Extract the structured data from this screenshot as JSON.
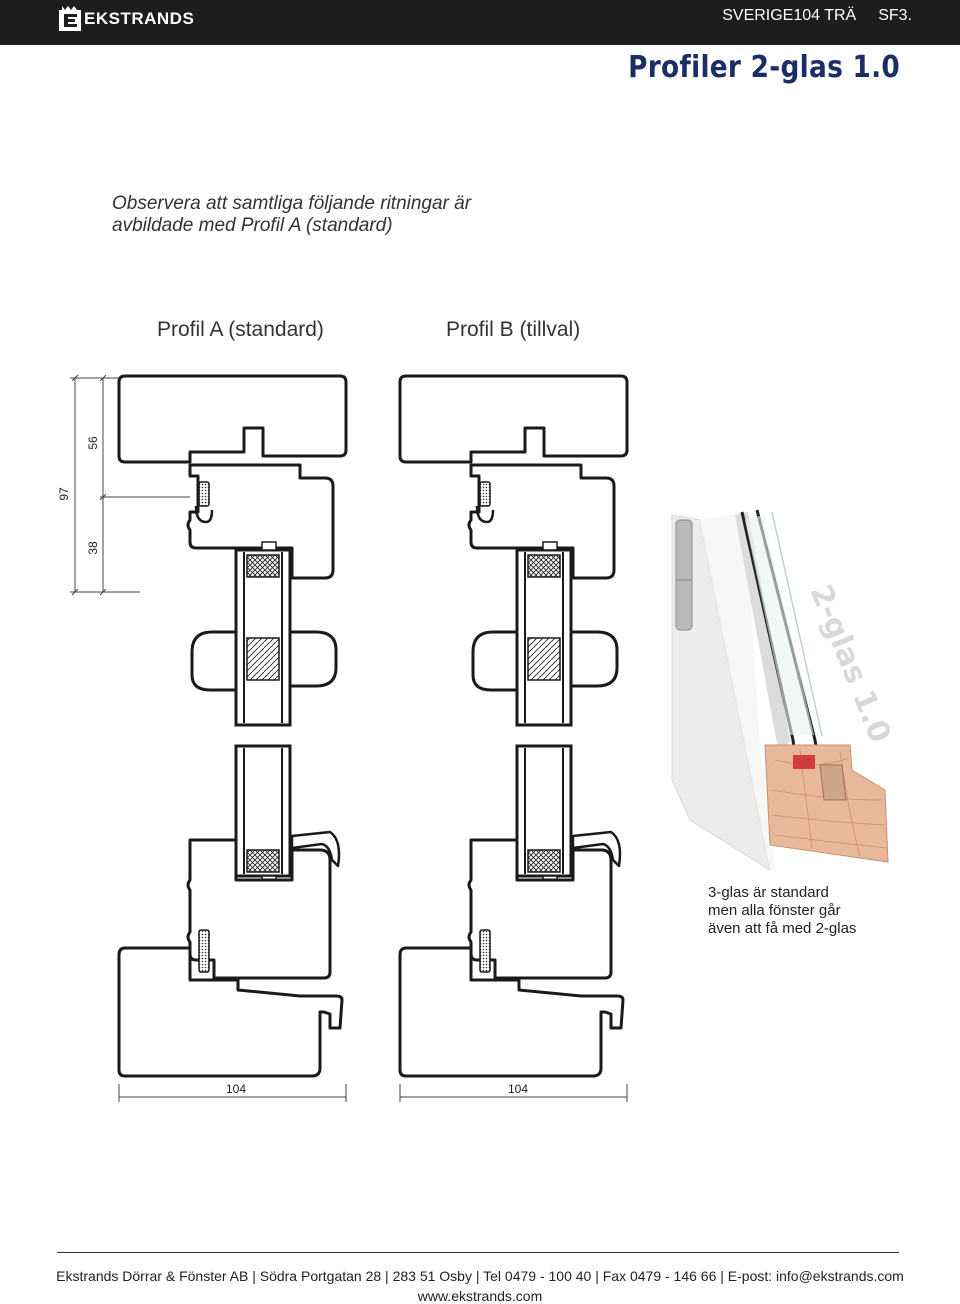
{
  "header": {
    "brand": "EKSTRANDS",
    "section": "SVERIGE104 TRÄ",
    "page_code": "SF3.",
    "title": "Profiler 2-glas 1.0"
  },
  "note": {
    "line1": "Observera att samtliga följande ritningar är",
    "line2": "avbildade med Profil A (standard)"
  },
  "profiles": {
    "a_label": "Profil A (standard)",
    "b_label": "Profil B (tillval)"
  },
  "dimensions": {
    "total_height": "97",
    "upper": "56",
    "lower": "38",
    "width_a": "104",
    "width_b": "104"
  },
  "photo": {
    "overlay_text": "2-glas 1.0"
  },
  "caption": {
    "line1": "3-glas är standard",
    "line2": "men alla fönster går",
    "line3": "även att få med 2-glas"
  },
  "footer": {
    "address": "Ekstrands Dörrar & Fönster AB | Södra Portgatan 28 | 283 51 Osby | Tel 0479 - 100 40 | Fax 0479 - 146 66 | E-post: info@ekstrands.com",
    "website": "www.ekstrands.com"
  },
  "colors": {
    "header_bg": "#1d1d1b",
    "title": "#1b2f66",
    "wood": "#e8b89a"
  }
}
